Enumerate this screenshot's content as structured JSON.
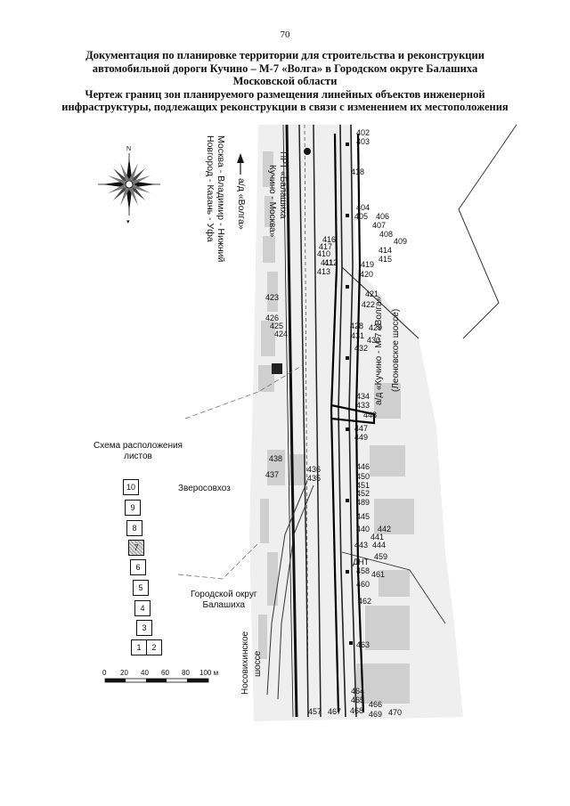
{
  "page_number": "70",
  "header": {
    "line1": "Документация по планировке территории для строительства и реконструкции",
    "line2": "автомобильной дороги Кучино – М-7 «Волга» в Городском округе Балашиха",
    "line3": "Московской области",
    "line4": "Чертеж границ зон планируемого размещения линейных объектов инженерной",
    "line5": "инфраструктуры, подлежащих реконструкции в связи с изменением их местоположения"
  },
  "compass": {
    "north_label": "N"
  },
  "road_labels": {
    "volga": "а/д «Волга»",
    "volga_route": "Москва - Владимир - Нижний",
    "volga_route2": "Новгород - Казань - Уфа",
    "railway": "ПРТ «Балашиха",
    "railway2": "Кучино - Москва»",
    "kuchino": "а/д «Кучино - М-7 «Волга»",
    "kuchino2": "(Леоновское шоссе)",
    "nosovikha": "Носовихинское",
    "nosovikha2": "шоссе",
    "dnt": "ДНТ"
  },
  "places": {
    "zverosovkhoz": "Зверосовхоз",
    "city_line1": "Городской округ",
    "city_line2": "Балашиха"
  },
  "scheme": {
    "title_line1": "Схема расположения",
    "title_line2": "листов",
    "sheets": [
      "10",
      "9",
      "8",
      "7",
      "6",
      "5",
      "4",
      "3",
      "1",
      "2"
    ],
    "active_sheet": "7"
  },
  "scale_bar": {
    "ticks": [
      "0",
      "20",
      "40",
      "60",
      "80",
      "100 м"
    ]
  },
  "parcel_numbers": {
    "right": [
      "402",
      "403",
      "418",
      "404",
      "405",
      "406",
      "407",
      "408",
      "409",
      "414",
      "415",
      "419",
      "420",
      "421",
      "422",
      "428",
      "429",
      "431",
      "430",
      "432",
      "434",
      "433",
      "448",
      "447",
      "449",
      "446",
      "450",
      "451",
      "452",
      "489",
      "445",
      "440",
      "442",
      "441",
      "443",
      "444",
      "459",
      "458",
      "461",
      "460",
      "462",
      "463",
      "464",
      "465",
      "466",
      "468",
      "469",
      "470"
    ],
    "left": [
      "416",
      "417",
      "410",
      "411",
      "412",
      "413",
      "423",
      "426",
      "425",
      "424",
      "438",
      "437",
      "436",
      "435",
      "457",
      "467"
    ]
  }
}
